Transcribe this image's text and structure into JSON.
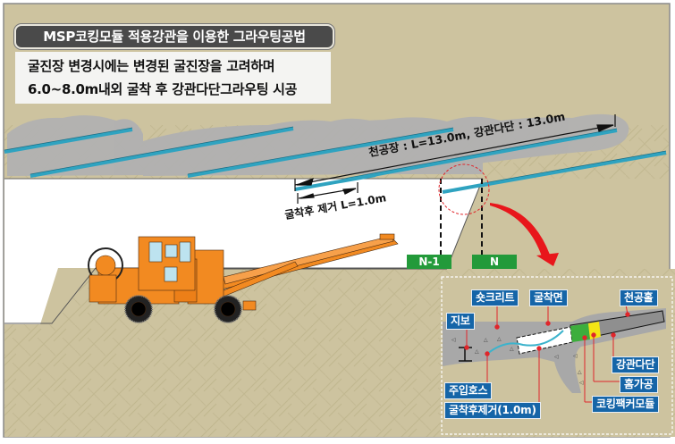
{
  "title": "MSP코킹모듈 적용강관을 이용한 그라우팅공법",
  "description": {
    "line1": "굴진장 변경시에는 변경된 굴진장을 고려하며",
    "line2": "6.0~8.0m내외 굴착 후 강관다단그라우팅 시공"
  },
  "dimensions": {
    "drill_length": "천공장 : L=13.0m, 강관다단 : 13.0m",
    "removal": "굴착후 제거 L=1.0m"
  },
  "stations": {
    "prev": "N-1",
    "current": "N"
  },
  "detail": {
    "labels": {
      "shotcrete": "숏크리트",
      "excavation_face": "굴착면",
      "drill_hole": "천공홀",
      "support": "지보",
      "steel_pipe": "강관다단",
      "groove": "홈가공",
      "caulking_packer": "코킹팩커모듈",
      "injection_hose": "주입호스",
      "removal_after_excavation": "굴착후제거(1.0m)"
    }
  },
  "colors": {
    "ground": "#cdc39f",
    "grout_zone": "#b1b1b1",
    "pipe": "#2fa3c0",
    "station_tag": "#239a3a",
    "callout": "#1565a8",
    "machine": "#f28a21",
    "arrow": "#e8161b",
    "title_bg": "#4a4a4a"
  }
}
